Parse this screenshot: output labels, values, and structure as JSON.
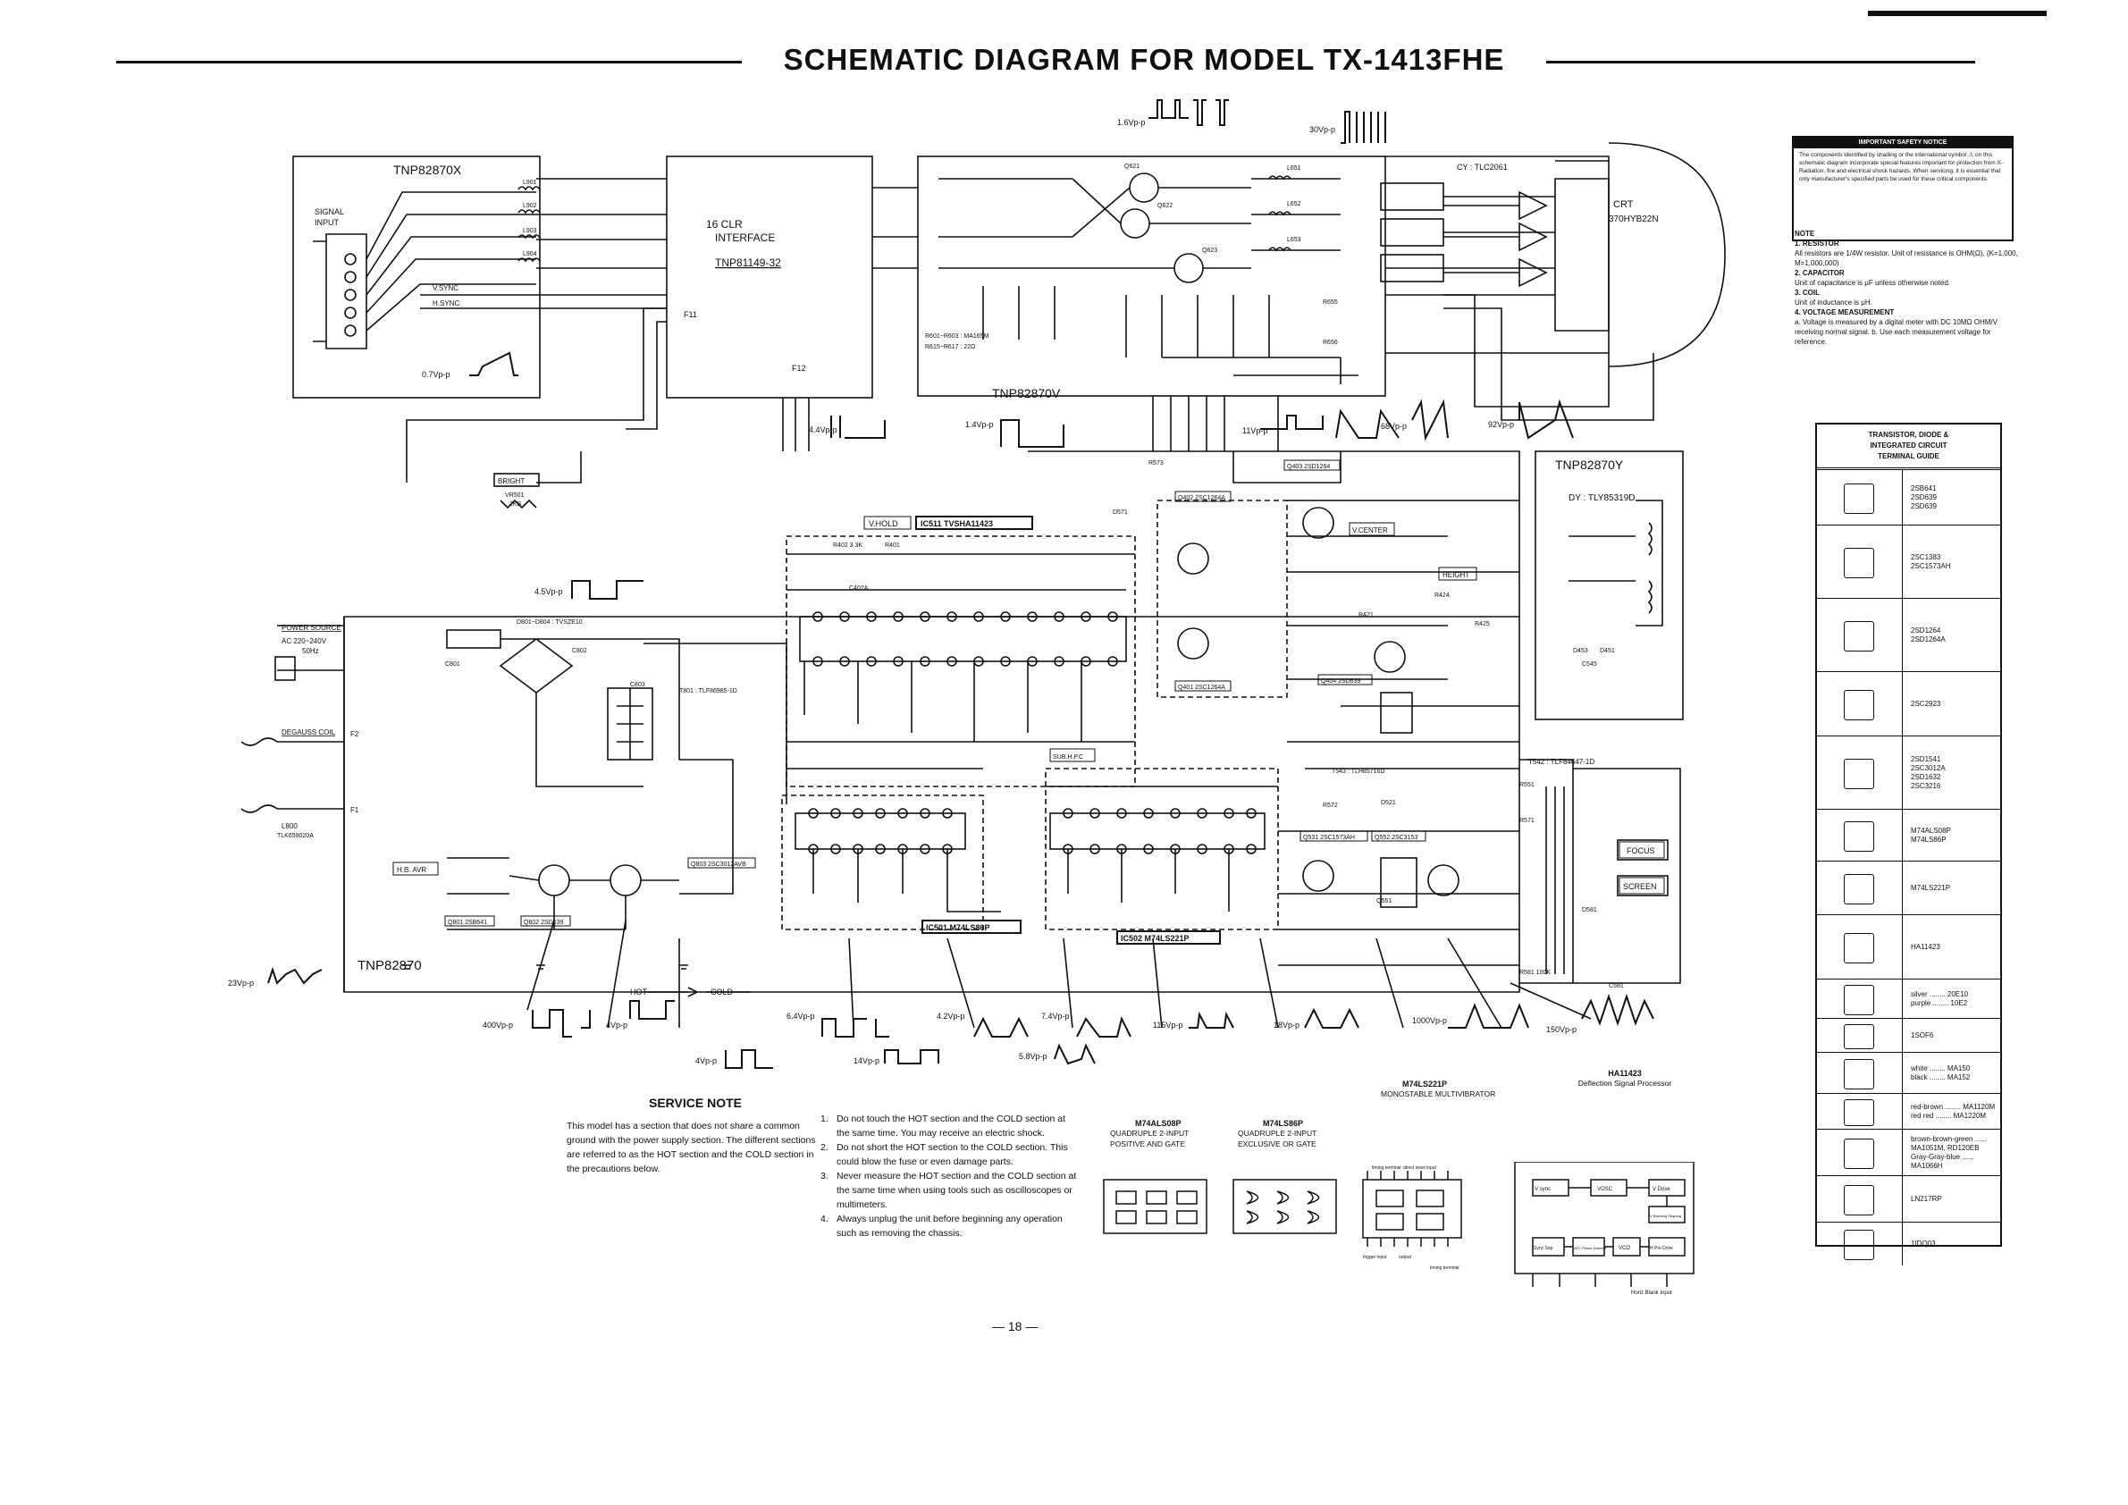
{
  "title": "SCHEMATIC DIAGRAM FOR MODEL TX-1413FHE",
  "page_number": "— 18 —",
  "boards": {
    "signal": "TNP82870X",
    "interface": "TNP81149-32",
    "interface_label_1": "16 CLR",
    "interface_label_2": "INTERFACE",
    "video": "TNP82870V",
    "deflection": "TNP82870Y",
    "main": "TNP82870"
  },
  "labels": {
    "signal_input": "SIGNAL",
    "signal_input_2": "INPUT",
    "v_sync": "V.SYNC",
    "h_sync": "H.SYNC",
    "cy": "CY : TLC2061",
    "crt": "CRT",
    "crt_type": "370HYB22N",
    "dy": "DY : TLY85319D",
    "power_source": "POWER SOURCE",
    "ac_input": "AC 220~240V",
    "ac_freq": "50Hz",
    "degauss": "DEGAUSS COIL",
    "bright": "BRIGHT",
    "vr501": "VR501",
    "vr501_val": "2KB",
    "v_hold": "V.HOLD",
    "ic511": "IC511 TVSHA11423",
    "ic501": "IC501 M74LS86P",
    "ic502": "IC502 M74LS221P",
    "v_center": "V.CENTER",
    "height": "HEIGHT",
    "focus": "FOCUS",
    "screen": "SCREEN",
    "hb_avr": "H.B. AVR",
    "sub_hpc": "SUB.H.P.C",
    "t542": "T542 : TLF84647-1D",
    "t543": "T543 : TLH85716D",
    "l800": "L800",
    "l800_part": "TLK659020A",
    "t801": "T801 : TLF86985-1D",
    "hot": "HOT",
    "cold": "COLD",
    "f11": "F11",
    "f12": "F12",
    "f2": "F2",
    "f1": "F1"
  },
  "waveforms": [
    "1.6Vp-p",
    "30Vp-p",
    "0.7Vp-p",
    "4.4Vp-p",
    "1.4Vp-p",
    "11Vp-p",
    "68Vp-p",
    "92Vp-p",
    "4.5Vp-p",
    "23Vp-p",
    "400Vp-p",
    "4Vp-p",
    "6.4Vp-p",
    "4.2Vp-p",
    "7.4Vp-p",
    "115Vp-p",
    "18Vp-p",
    "1000Vp-p",
    "150Vp-p",
    "4Vp-p",
    "14Vp-p",
    "5.8Vp-p"
  ],
  "components": {
    "l901": "L901",
    "l902": "L902",
    "l903": "L903",
    "l904": "L904",
    "r601": "R601~R603 : MA165M",
    "r615": "R615~R617 : 22Ω",
    "q621": "Q621",
    "q622": "Q622",
    "q623": "Q623",
    "l651": "L651",
    "l652": "L652",
    "l653": "L653",
    "r655": "R655",
    "r656": "R656",
    "q403": "Q403 2SD1264",
    "q402": "Q402 2SC1264A",
    "q401": "Q401 2SC1264A",
    "d571": "D571",
    "r573": "R573",
    "r402": "R402 3.3K",
    "c402a": "C402A",
    "r401": "R401",
    "d801": "D801~D804 : TVSZE10",
    "c801": "C801",
    "c802": "C802",
    "c803": "C803",
    "q801": "Q801 2SB641",
    "q802": "Q802 2SD639",
    "q803": "Q803 2SC3012AVB",
    "r581": "R581 100K",
    "d581": "D581",
    "c581": "C581",
    "q551": "Q551",
    "q552": "Q552 2SC3153",
    "q531": "Q531 2SC1573AH",
    "d521": "D521",
    "r572": "R572",
    "r571": "R571",
    "r551": "R551",
    "c545": "C545",
    "d451": "D451",
    "d453": "D453",
    "r421": "R421",
    "r424": "R424",
    "r425": "R425",
    "q404": "Q404 2SD639"
  },
  "safety_notice": {
    "heading": "IMPORTANT SAFETY NOTICE",
    "text": "The components identified by shading or the international symbol ⚠ on this schematic diagram incorporate special features important for protection from X-Radiation, fire and electrical shock hazards. When servicing, it is essential that only manufacturer's specified parts be used for these critical components."
  },
  "notes": {
    "heading": "NOTE",
    "items": [
      {
        "title": "1. RESISTOR",
        "body": "All resistors are 1/4W resistor. Unit of resistance is OHM(Ω), (K=1,000, M=1,000,000)"
      },
      {
        "title": "2. CAPACITOR",
        "body": "Unit of capacitance is μF unless otherwise noted."
      },
      {
        "title": "3. COIL",
        "body": "Unit of inductance is μH."
      },
      {
        "title": "4. VOLTAGE MEASUREMENT",
        "body": "a. Voltage is measured by a digital meter with DC 10MΩ OHM/V receiving normal signal. b. Use each measurement voltage for reference."
      }
    ]
  },
  "terminal_guide": {
    "heading_1": "TRANSISTOR, DIODE &",
    "heading_2": "INTEGRATED CIRCUIT",
    "heading_3": "TERMINAL GUIDE",
    "rows": [
      [
        "2SB641",
        "2SD639",
        "2SD639"
      ],
      [
        "2SC1383",
        "2SC1573AH"
      ],
      [
        "2SD1264",
        "2SD1264A"
      ],
      [
        "2SC2923"
      ],
      [
        "2SD1541",
        "2SC3012A",
        "2SD1632",
        "2SC3216"
      ],
      [
        "M74ALS08P",
        "M74LS86P"
      ],
      [
        "M74LS221P"
      ],
      [
        "HA11423"
      ],
      [
        "silver ........ 20E10",
        "purple ........ 10E2"
      ],
      [
        "1SOF6"
      ],
      [
        "white ........ MA150",
        "black ........ MA152"
      ],
      [
        "red-brown ........ MA1120M",
        "red red ........ MA1220M"
      ],
      [
        "brown-brown-green ......",
        "MA1051M, RD120EB",
        "Gray-Gray-blue ......",
        "MA1066H"
      ],
      [
        "LN217RP"
      ],
      [
        "1IDQ03"
      ]
    ]
  },
  "service_note": {
    "heading": "SERVICE NOTE",
    "intro": "This model has a section that does not share a common ground with the power supply section. The different sections are referred to as the HOT section and the COLD section in the precautions below.",
    "items": [
      "Do not touch the HOT section and the COLD section at the same time. You may receive an electric shock.",
      "Do not short the HOT section to the COLD section. This could blow the fuse or even damage parts.",
      "Never measure the HOT section and the COLD section at the same time when using tools such as oscilloscopes or multimeters.",
      "Always unplug the unit before beginning any operation such as removing the chassis."
    ]
  },
  "gates": {
    "g1_name": "M74ALS08P",
    "g1_sub1": "QUADRUPLE 2-INPUT",
    "g1_sub2": "POSITIVE AND GATE",
    "g2_name": "M74LS86P",
    "g2_sub1": "QUADRUPLE 2-INPUT",
    "g2_sub2": "EXCLUSIVE OR GATE",
    "g3_name": "M74LS221P",
    "g3_sub": "MONOSTABLE MULTIVIBRATOR",
    "g3_pins": [
      "timing terminal",
      "direct reset input",
      "output",
      "trigger input",
      "timing terminal"
    ],
    "g4_name": "HA11423",
    "g4_sub": "Deflection Signal Processor",
    "g4_blocks": [
      "V sync",
      "VOSC",
      "V Drive",
      "V Blanking Shaping",
      "Sync Sep",
      "AFC Phase Detector",
      "VCO",
      "H Pre Drive"
    ],
    "g4_foot": "Horiz Blank Input"
  }
}
